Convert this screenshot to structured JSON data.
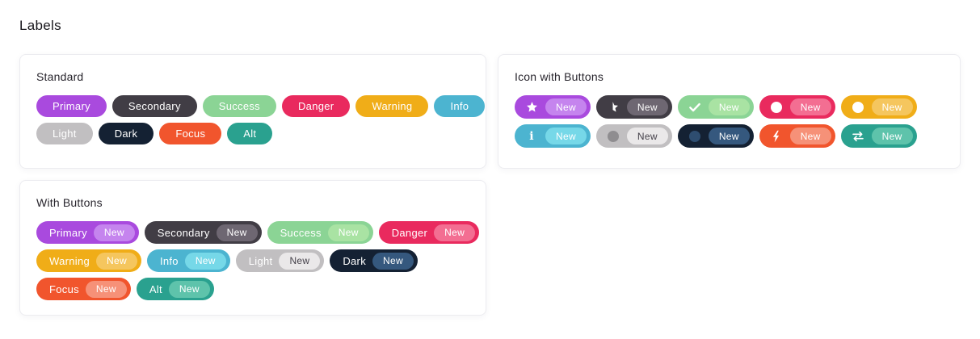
{
  "page": {
    "title": "Labels"
  },
  "badge_label": "New",
  "variants": {
    "primary": {
      "bg": "#a94ade",
      "text": "#ffffff",
      "badge_bg": "#c584ee",
      "badge_text": "#ffffff",
      "icon": "#ffffff"
    },
    "secondary": {
      "bg": "#413d45",
      "text": "#ffffff",
      "badge_bg": "#6e6772",
      "badge_text": "#ffffff",
      "icon": "#ffffff"
    },
    "success": {
      "bg": "#8bd495",
      "text": "#ffffff",
      "badge_bg": "#a9e3a3",
      "badge_text": "#ffffff",
      "icon": "#ffffff"
    },
    "danger": {
      "bg": "#e92a5e",
      "text": "#ffffff",
      "badge_bg": "#f36e92",
      "badge_text": "#ffffff",
      "icon": "#ffffff"
    },
    "warning": {
      "bg": "#f0ad18",
      "text": "#ffffff",
      "badge_bg": "#f5c65e",
      "badge_text": "#ffffff",
      "icon": "#ffffff"
    },
    "info": {
      "bg": "#4cb4d0",
      "text": "#ffffff",
      "badge_bg": "#76d8e8",
      "badge_text": "#ffffff",
      "icon": "#ffffff"
    },
    "light": {
      "bg": "#c1bfc1",
      "text": "#ffffff",
      "badge_bg": "#eae8e9",
      "badge_text": "#45414a",
      "icon": "#8f8d90"
    },
    "dark": {
      "bg": "#142133",
      "text": "#ffffff",
      "badge_bg": "#35587e",
      "badge_text": "#ffffff",
      "icon": "#2e4d70"
    },
    "focus": {
      "bg": "#f1552d",
      "text": "#ffffff",
      "badge_bg": "#f69178",
      "badge_text": "#ffffff",
      "icon": "#ffffff"
    },
    "alt": {
      "bg": "#2aa18f",
      "text": "#ffffff",
      "badge_bg": "#5ec3ab",
      "badge_text": "#ffffff",
      "icon": "#ffffff"
    }
  },
  "cards": {
    "standard": {
      "title": "Standard",
      "rows": [
        [
          {
            "label": "Primary",
            "variant": "primary"
          },
          {
            "label": "Secondary",
            "variant": "secondary"
          },
          {
            "label": "Success",
            "variant": "success"
          },
          {
            "label": "Danger",
            "variant": "danger"
          },
          {
            "label": "Warning",
            "variant": "warning"
          },
          {
            "label": "Info",
            "variant": "info"
          }
        ],
        [
          {
            "label": "Light",
            "variant": "light"
          },
          {
            "label": "Dark",
            "variant": "dark"
          },
          {
            "label": "Focus",
            "variant": "focus"
          },
          {
            "label": "Alt",
            "variant": "alt"
          }
        ]
      ]
    },
    "icon_with_buttons": {
      "title": "Icon with Buttons",
      "rows": [
        [
          {
            "icon": "star-icon",
            "badge": "New",
            "variant": "primary"
          },
          {
            "icon": "star-half-icon",
            "badge": "New",
            "variant": "secondary"
          },
          {
            "icon": "check-icon",
            "badge": "New",
            "variant": "success"
          },
          {
            "icon": "circle-icon",
            "badge": "New",
            "variant": "danger"
          },
          {
            "icon": "circle-icon",
            "badge": "New",
            "variant": "warning"
          }
        ],
        [
          {
            "icon": "info-icon",
            "badge": "New",
            "variant": "info"
          },
          {
            "icon": "circle-icon",
            "badge": "New",
            "variant": "light"
          },
          {
            "icon": "circle-icon",
            "badge": "New",
            "variant": "dark"
          },
          {
            "icon": "bolt-icon",
            "badge": "New",
            "variant": "focus"
          },
          {
            "icon": "exchange-icon",
            "badge": "New",
            "variant": "alt"
          }
        ]
      ]
    },
    "with_buttons": {
      "title": "With Buttons",
      "rows": [
        [
          {
            "label": "Primary",
            "badge": "New",
            "variant": "primary"
          },
          {
            "label": "Secondary",
            "badge": "New",
            "variant": "secondary"
          },
          {
            "label": "Success",
            "badge": "New",
            "variant": "success"
          },
          {
            "label": "Danger",
            "badge": "New",
            "variant": "danger"
          }
        ],
        [
          {
            "label": "Warning",
            "badge": "New",
            "variant": "warning"
          },
          {
            "label": "Info",
            "badge": "New",
            "variant": "info"
          },
          {
            "label": "Light",
            "badge": "New",
            "variant": "light"
          },
          {
            "label": "Dark",
            "badge": "New",
            "variant": "dark"
          }
        ],
        [
          {
            "label": "Focus",
            "badge": "New",
            "variant": "focus"
          },
          {
            "label": "Alt",
            "badge": "New",
            "variant": "alt"
          }
        ]
      ]
    }
  }
}
